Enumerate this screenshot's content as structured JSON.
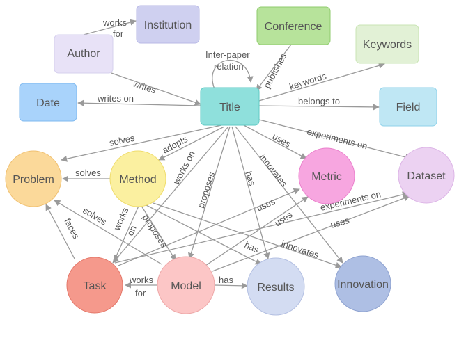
{
  "nodes": {
    "author": {
      "label": "Author",
      "color": "#e8e2f7"
    },
    "institution": {
      "label": "Institution",
      "color": "#cfd0f0"
    },
    "conference": {
      "label": "Conference",
      "color": "#b7e39b"
    },
    "keywords": {
      "label": "Keywords",
      "color": "#e2f1d6"
    },
    "date": {
      "label": "Date",
      "color": "#a9d3fb"
    },
    "title": {
      "label": "Title",
      "color": "#8fe0dc"
    },
    "field": {
      "label": "Field",
      "color": "#bfe7f4"
    },
    "problem": {
      "label": "Problem",
      "color": "#fbd99a"
    },
    "method": {
      "label": "Method",
      "color": "#fbf0a0"
    },
    "metric": {
      "label": "Metric",
      "color": "#f7a6e0"
    },
    "dataset": {
      "label": "Dataset",
      "color": "#ecd2f2"
    },
    "task": {
      "label": "Task",
      "color": "#f5998c"
    },
    "model": {
      "label": "Model",
      "color": "#fcc6c6"
    },
    "results": {
      "label": "Results",
      "color": "#d3dcf2"
    },
    "innovation": {
      "label": "Innovation",
      "color": "#aebfe4"
    }
  },
  "edges": {
    "works_for_1": "works",
    "works_for_2": "for",
    "inter_paper_1": "Inter-paper",
    "inter_paper_2": "relation",
    "publishes": "publishes",
    "keywords": "keywords",
    "writes": "writes",
    "writes_on": "writes on",
    "belongs_to": "belongs to",
    "title_solves": "solves",
    "title_adopts": "adopts",
    "title_works_on": "works on",
    "title_proposes": "proposes",
    "title_has": "has",
    "title_uses": "uses",
    "title_innovates": "innovates",
    "title_experiments_on": "experiments on",
    "method_solves": "solves",
    "model_solves": "solves",
    "task_faces": "faces",
    "method_works_on_1": "works",
    "method_works_on_2": "on",
    "method_proposes": "proposes",
    "method_has": "has",
    "method_innovates": "innovates",
    "model_uses_metric": "uses",
    "task_uses_metric": "uses",
    "task_experiments_on": "experiments on",
    "model_uses_dataset": "uses",
    "model_works_for_1": "works",
    "model_works_for_2": "for",
    "model_has": "has"
  }
}
